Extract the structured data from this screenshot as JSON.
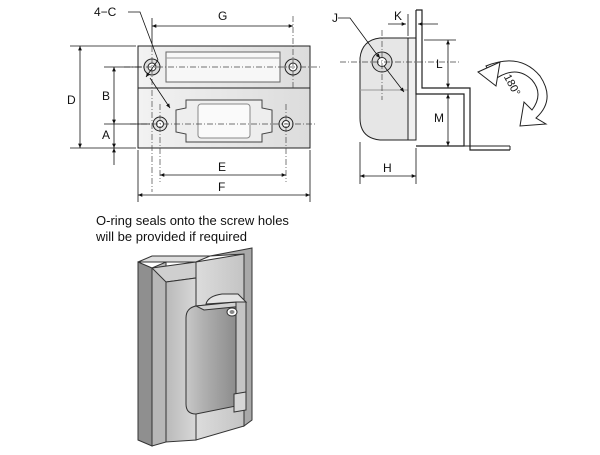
{
  "labels": {
    "c": "4−C",
    "g": "G",
    "j": "J",
    "k": "K",
    "d": "D",
    "b": "B",
    "a": "A",
    "l": "L",
    "m": "M",
    "e": "E",
    "f": "F",
    "h": "H",
    "rotation": "180°"
  },
  "note": {
    "line1": "O-ring seals onto the screw holes",
    "line2": "will be provided if required"
  }
}
